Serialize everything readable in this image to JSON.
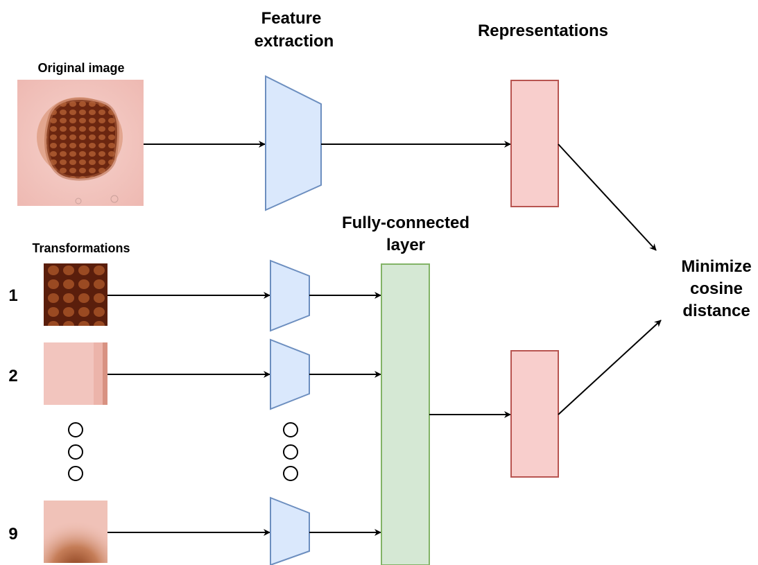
{
  "labels": {
    "original_image": "Original image",
    "transformations": "Transformations",
    "feature_extraction_line1": "Feature",
    "feature_extraction_line2": "extraction",
    "representations": "Representations",
    "fully_connected_line1": "Fully-connected",
    "fully_connected_line2": "layer",
    "minimize_line1": "Minimize",
    "minimize_line2": "cosine",
    "minimize_line3": "distance"
  },
  "transformation_indices": [
    "1",
    "2",
    "9"
  ],
  "colors": {
    "encoder_fill": "#dae8fc",
    "encoder_stroke": "#6c8ebf",
    "representation_fill": "#f8cecc",
    "representation_stroke": "#b85450",
    "fc_fill": "#d5e8d4",
    "fc_stroke": "#82b366",
    "skin": "#f2c4bf",
    "lesion": "#8a3a1c"
  }
}
